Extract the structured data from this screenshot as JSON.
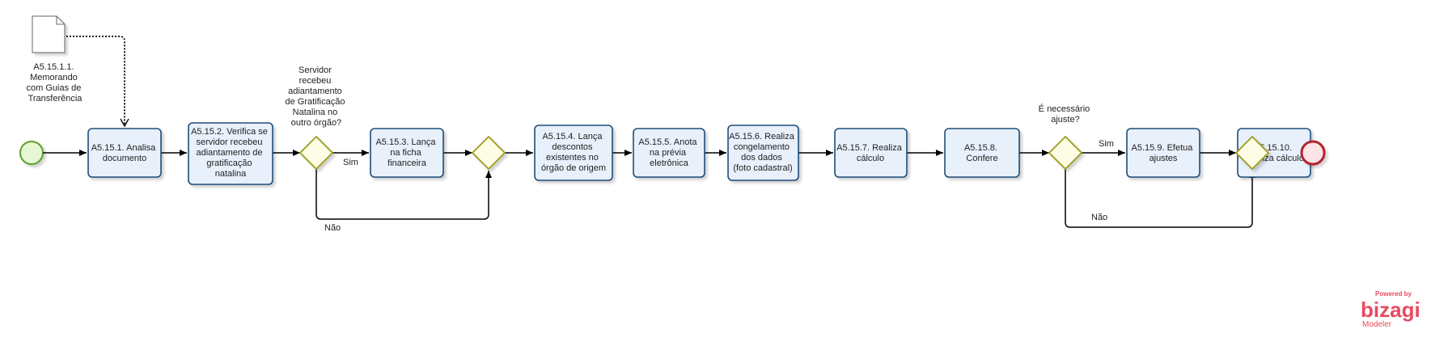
{
  "diagram": {
    "document": {
      "label_lines": [
        "A5.15.1.1.",
        "Memorando",
        "com Guias de",
        "Transferência"
      ]
    },
    "tasks": [
      {
        "id": "t1",
        "lines": [
          "A5.15.1. Analisa",
          "documento"
        ]
      },
      {
        "id": "t2",
        "lines": [
          "A5.15.2. Verifica se",
          "servidor recebeu",
          "adiantamento de",
          "gratificação",
          "natalina"
        ]
      },
      {
        "id": "t3",
        "lines": [
          "A5.15.3. Lança",
          "na ficha",
          "financeira"
        ]
      },
      {
        "id": "t4",
        "lines": [
          "A5.15.4. Lança",
          "descontos",
          "existentes no",
          "órgão de origem"
        ]
      },
      {
        "id": "t5",
        "lines": [
          "A5.15.5. Anota",
          "na prévia",
          "eletrônica"
        ]
      },
      {
        "id": "t6",
        "lines": [
          "A5.15.6. Realiza",
          "congelamento",
          "dos dados",
          "(foto cadastral)"
        ]
      },
      {
        "id": "t7",
        "lines": [
          "A5.15.7. Realiza",
          "cálculo"
        ]
      },
      {
        "id": "t8",
        "lines": [
          "A5.15.8.",
          "Confere"
        ]
      },
      {
        "id": "t9",
        "lines": [
          "A5.15.9. Efetua",
          "ajustes"
        ]
      },
      {
        "id": "t10",
        "lines": [
          "A5.15.10.",
          "Realiza cálculo"
        ]
      }
    ],
    "gateways": [
      {
        "id": "g1",
        "question_lines": [
          "Servidor",
          "recebeu",
          "adiantamento",
          "de Gratificação",
          "Natalina no",
          "outro órgão?"
        ]
      },
      {
        "id": "g2",
        "question_lines": []
      },
      {
        "id": "g3",
        "question_lines": [
          "É necessário",
          "ajuste?"
        ]
      },
      {
        "id": "g4",
        "question_lines": []
      }
    ],
    "edge_labels": {
      "g1_yes": "Sim",
      "g1_no": "Não",
      "g3_yes": "Sim",
      "g3_no": "Não"
    },
    "colors": {
      "task_fill": "#e8f0fb",
      "task_stroke": "#1f4e79",
      "start_fill": "#e6f7d4",
      "start_stroke": "#5aa02c",
      "end_fill": "#fbe3e6",
      "end_stroke": "#b3202e",
      "gateway_fill": "#fdfce4",
      "gateway_stroke": "#9c9c1e",
      "edge": "#000000"
    }
  },
  "branding": {
    "powered": "Powered by",
    "name": "bizagi",
    "sub": "Modeler"
  }
}
